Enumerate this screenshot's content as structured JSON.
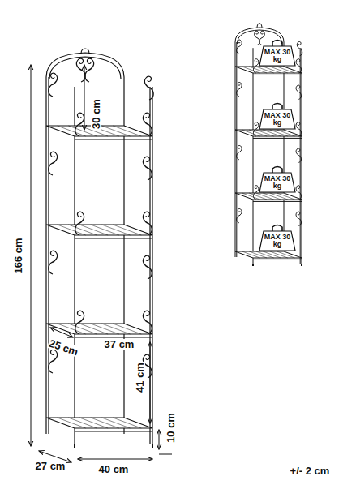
{
  "diagram": {
    "nodes": [
      {
        "text": [
          "MAX 30 kg"
        ]
      },
      {
        "text": [
          "MAX 30 kg"
        ]
      },
      {
        "text": [
          "MAX 30 kg"
        ]
      },
      {
        "text": [
          "MAX 30 kg"
        ]
      }
    ],
    "labels": [
      "30 cm",
      "166 cm",
      "25 cm",
      "37 cm",
      "41 cm",
      "10 cm",
      "27 cm",
      "40 cm",
      "+/- 2 cm"
    ]
  }
}
